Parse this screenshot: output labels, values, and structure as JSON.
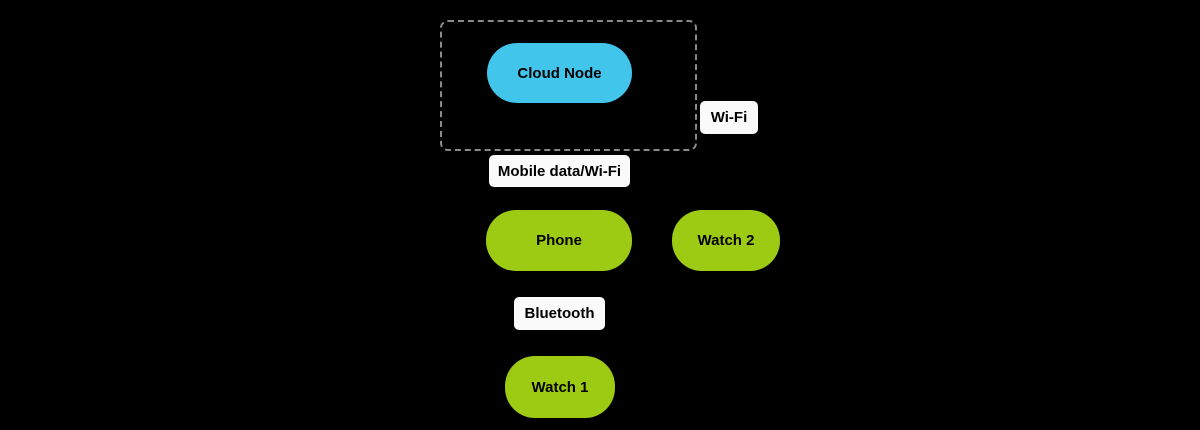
{
  "canvas": {
    "background": "#000000"
  },
  "diagram": {
    "type": "flowchart",
    "cluster": {
      "border_color": "#8a8a8a",
      "style": "dashed"
    },
    "nodes": [
      {
        "id": "cloud-node",
        "label": "Cloud Node",
        "color": "#41c5ea",
        "shape": "stadium",
        "in_cluster": true
      },
      {
        "id": "phone",
        "label": "Phone",
        "color": "#9dca12",
        "shape": "stadium",
        "in_cluster": false
      },
      {
        "id": "watch2",
        "label": "Watch 2",
        "color": "#9dca12",
        "shape": "stadium",
        "in_cluster": false
      },
      {
        "id": "watch1",
        "label": "Watch 1",
        "color": "#9dca12",
        "shape": "stadium",
        "in_cluster": false
      }
    ],
    "edge_labels": [
      {
        "id": "wifi",
        "label": "Wi-Fi",
        "background": "#fafafa",
        "between": [
          "cluster",
          "watch2"
        ]
      },
      {
        "id": "mobile",
        "label": "Mobile data/Wi-Fi",
        "background": "#fafafa",
        "between": [
          "cluster",
          "phone"
        ]
      },
      {
        "id": "bluetooth",
        "label": "Bluetooth",
        "background": "#fafafa",
        "between": [
          "phone",
          "watch1"
        ]
      }
    ]
  }
}
